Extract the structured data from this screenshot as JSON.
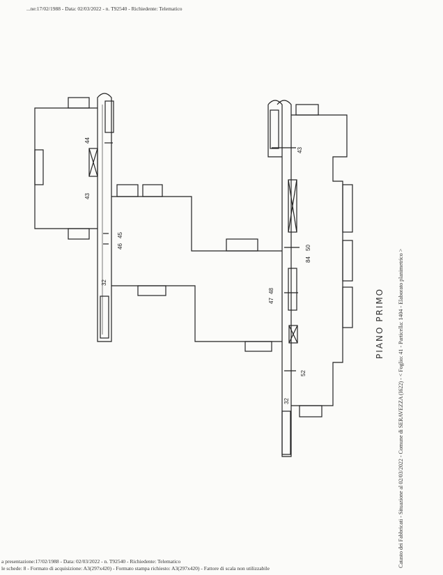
{
  "header": {
    "top_text": "...ne:17/02/1988 - Data: 02/03/2022 - n. T92540 - Richiedente: Telematico"
  },
  "footer": {
    "line1": "a presentazione:17/02/1988 - Data: 02/03/2022 - n. T92540 - Richiedente: Telematico",
    "line2": "le schede: 8 - Formato di acquisizione: A3(297x420) - Formato stampa richiesto: A3(297x420) - Fattore di scala non utilizzabile"
  },
  "side_caption": {
    "main": "Catasto dei Fabbricati - Situazione al 02/03/2022 - Comune di SERAVEZZA (I622) - < Foglio: 41 - Particella: 1404 - Elaborato planimetrico >"
  },
  "plan": {
    "title": "PIANO PRIMO",
    "labels": [
      {
        "id": "l44",
        "text": "44"
      },
      {
        "id": "l43a",
        "text": "43"
      },
      {
        "id": "l45",
        "text": "45"
      },
      {
        "id": "l46",
        "text": "46"
      },
      {
        "id": "l32a",
        "text": "32"
      },
      {
        "id": "l43b",
        "text": "43"
      },
      {
        "id": "l50",
        "text": "50"
      },
      {
        "id": "l84",
        "text": "84"
      },
      {
        "id": "l48",
        "text": "48"
      },
      {
        "id": "l47",
        "text": "47"
      },
      {
        "id": "l52",
        "text": "52"
      },
      {
        "id": "l32b",
        "text": "32"
      }
    ]
  }
}
